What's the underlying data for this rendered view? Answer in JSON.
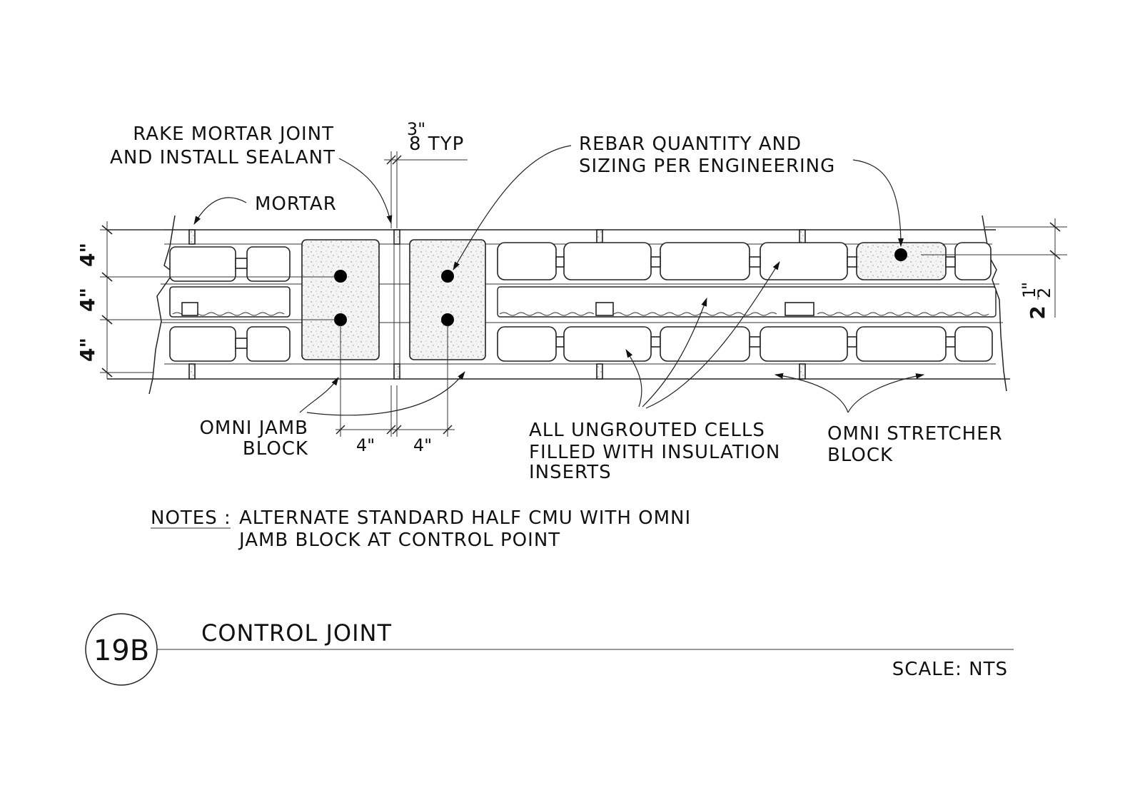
{
  "detail": {
    "tag": "19B",
    "title": "CONTROL JOINT",
    "scale": "SCALE: NTS"
  },
  "labels": {
    "rake_line1": "RAKE MORTAR JOINT",
    "rake_line2": "AND INSTALL SEALANT",
    "mortar": "MORTAR",
    "typ_num": "3\"",
    "typ_den": "8 TYP",
    "rebar_line1": "REBAR QUANTITY AND",
    "rebar_line2": "SIZING PER ENGINEERING",
    "jamb_line1": "OMNI JAMB",
    "jamb_line2": "BLOCK",
    "ungrouted_line1": "ALL UNGROUTED CELLS",
    "ungrouted_line2": "FILLED WITH INSULATION",
    "ungrouted_line3": "INSERTS",
    "stretcher_line1": "OMNI STRETCHER",
    "stretcher_line2": "BLOCK"
  },
  "dimensions": {
    "left_top": "4\"",
    "left_mid": "4\"",
    "left_bottom": "4\"",
    "bottom_left": "4\"",
    "bottom_right": "4\"",
    "right_whole": "2",
    "right_frac_num": "1",
    "right_frac_den": "2",
    "right_inch": "\""
  },
  "notes": {
    "prefix": "NOTES :",
    "line1": "ALTERNATE STANDARD HALF CMU WITH OMNI",
    "line2": "JAMB BLOCK AT CONTROL POINT"
  }
}
